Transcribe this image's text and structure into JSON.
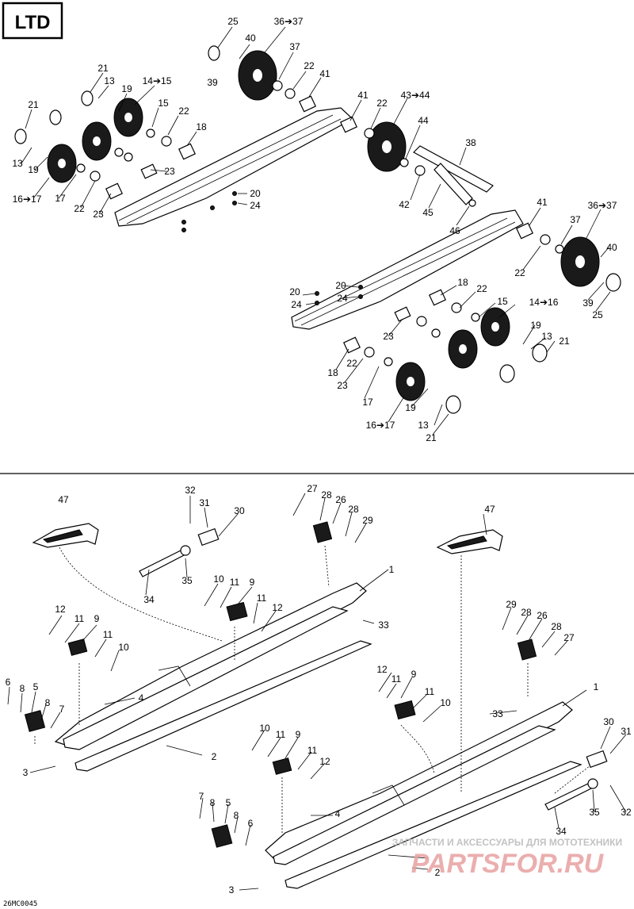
{
  "header": {
    "model_badge": "LTD"
  },
  "callouts": {
    "c1": "1",
    "c2": "2",
    "c3": "3",
    "c4": "4",
    "c5": "5",
    "c6": "6",
    "c7": "7",
    "c8": "8",
    "c9": "9",
    "c10": "10",
    "c11": "11",
    "c12": "12",
    "c13": "13",
    "c14_15": "14➔15",
    "c14_16": "14➔16",
    "c15": "15",
    "c16_17": "16➔17",
    "c17": "17",
    "c18": "18",
    "c19": "19",
    "c20": "20",
    "c21": "21",
    "c22": "22",
    "c23": "23",
    "c24": "24",
    "c25": "25",
    "c26": "26",
    "c27": "27",
    "c28": "28",
    "c29": "29",
    "c30": "30",
    "c31": "31",
    "c32": "32",
    "c33": "33",
    "c34": "34",
    "c35": "35",
    "c36_37": "36➔37",
    "c37": "37",
    "c38": "38",
    "c39": "39",
    "c40": "40",
    "c41": "41",
    "c42": "42",
    "c43_44": "43➔44",
    "c44": "44",
    "c45": "45",
    "c46": "46",
    "c47": "47"
  },
  "footer": {
    "drawing_code": "26MC0045"
  },
  "watermark": {
    "caption": "ЗАПЧАСТИ И АКСЕССУАРЫ ДЛЯ МОТОТЕХНИКИ",
    "brand": "PARTSFOR.RU",
    "color": "#e8a0a0"
  }
}
